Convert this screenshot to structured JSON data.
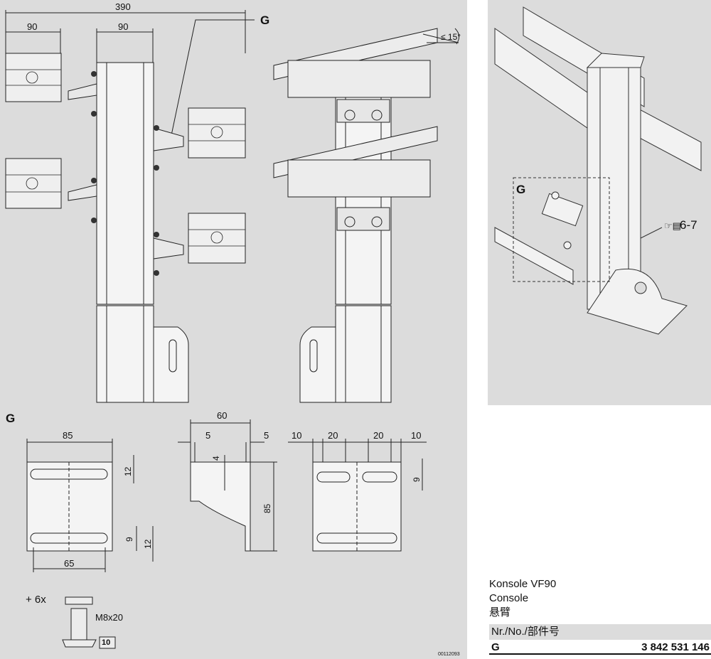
{
  "drawing": {
    "dims_top": {
      "overall": "390",
      "left_width": "90",
      "post_width": "90"
    },
    "detail_label_top": "G",
    "angle_note": "≤ 15°",
    "detail_section_label": "G",
    "dims_bracket_front": {
      "width": "85",
      "slot_gap": "65",
      "slot_top": "12",
      "slot_bottom_a": "9",
      "slot_bottom_b": "12"
    },
    "dims_bracket_side": {
      "width": "60",
      "left_off": "5",
      "right_off": "5",
      "hole": "4",
      "height": "85"
    },
    "dims_bracket_back": {
      "a": "10",
      "b": "20",
      "c": "20",
      "d": "10",
      "slot": "9"
    },
    "hardware": {
      "qty": "+ 6x",
      "screw": "M8x20",
      "nut_label": "10"
    },
    "drawing_number": "00112093"
  },
  "iso_view": {
    "detail_label": "G",
    "ref": "6-7"
  },
  "product": {
    "name_de": "Konsole VF90",
    "name_en": "Console",
    "name_zh": "悬臂",
    "table_header": "Nr./No./部件号",
    "row_key": "G",
    "row_value": "3 842 531 146"
  }
}
